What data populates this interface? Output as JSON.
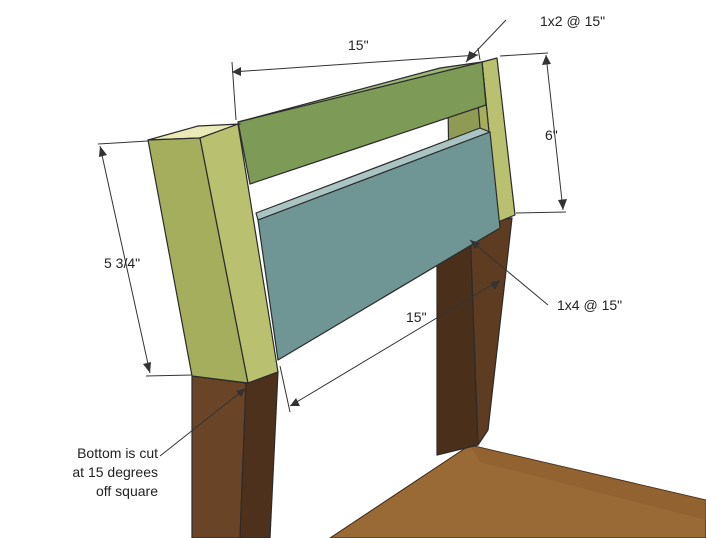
{
  "diagram": {
    "labels": {
      "top_rail": "1x2 @ 15\"",
      "back_panel": "1x4 @ 15\"",
      "dim_top_width": "15\"",
      "dim_bottom_width": "15\"",
      "dim_height_left": "5 3/4\"",
      "dim_height_right": "6\"",
      "note_line1": "Bottom is cut",
      "note_line2": "at 15 degrees",
      "note_line3": "off square"
    },
    "colors": {
      "rail_green": "#7d9a56",
      "panel_blue": "#6f9594",
      "post_yellow": "#b9c070",
      "leg_brown": "#5a3a22",
      "floor_wood": "#9a6a36"
    }
  }
}
